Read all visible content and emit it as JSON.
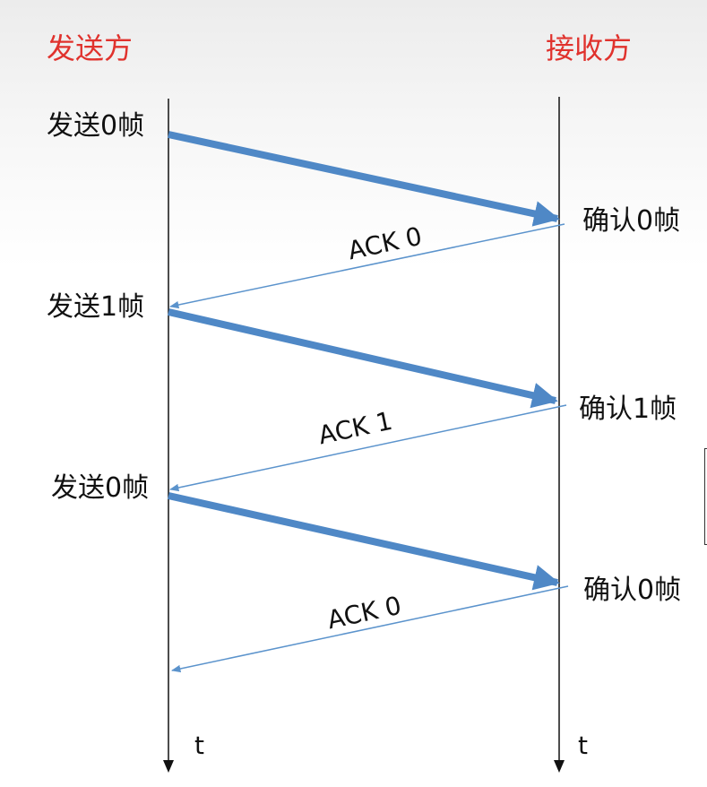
{
  "header": {
    "sender": "发送方",
    "receiver": "接收方",
    "color": "#e0322d"
  },
  "timeline_label": "t",
  "colors": {
    "thick_arrow": "#4f88c6",
    "thin_arrow": "#5b93cc",
    "timeline": "#111111"
  },
  "exchanges": [
    {
      "send_label": "发送0帧",
      "confirm_label": "确认0帧",
      "ack_label": "ACK 0"
    },
    {
      "send_label": "发送1帧",
      "confirm_label": "确认1帧",
      "ack_label": "ACK 1"
    },
    {
      "send_label": "发送0帧",
      "confirm_label": "确认0帧",
      "ack_label": "ACK 0"
    }
  ]
}
